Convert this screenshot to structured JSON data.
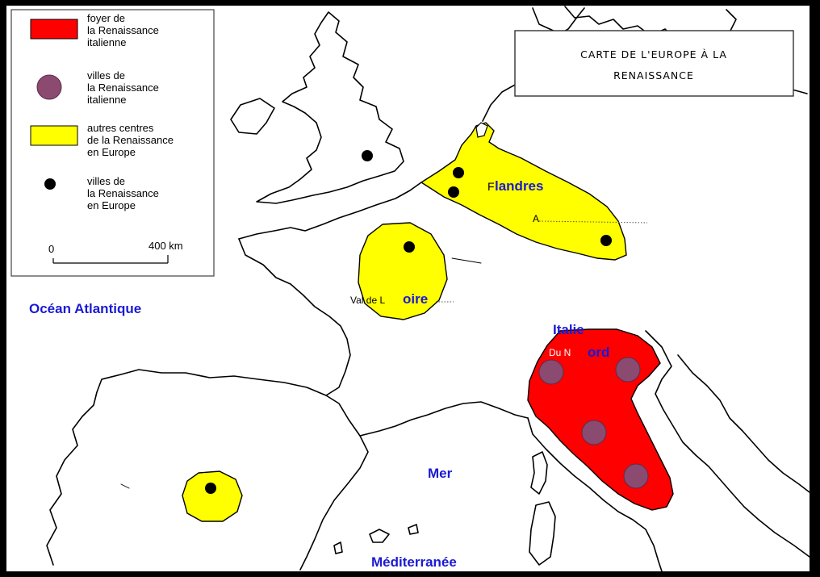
{
  "title": {
    "line1": "CARTE DE L'EUROPE À LA",
    "line2": "RENAISSANCE"
  },
  "legend": {
    "items": [
      {
        "swatch": "red-rect",
        "color": "#ff0000",
        "lines": [
          "foyer de",
          "la Renaissance",
          "italienne"
        ]
      },
      {
        "swatch": "purple-dot",
        "color": "#8b4a70",
        "lines": [
          "villes de",
          "la Renaissance",
          "italienne"
        ]
      },
      {
        "swatch": "yellow-rect",
        "color": "#ffff00",
        "lines": [
          "autres centres",
          "de la Renaissance",
          "en Europe"
        ]
      },
      {
        "swatch": "black-dot",
        "color": "#000000",
        "lines": [
          "villes de",
          "la Renaissance",
          "en Europe"
        ]
      }
    ],
    "scale": {
      "start": "0",
      "end": "400 km"
    }
  },
  "labels": {
    "ocean": "Océan Atlantique",
    "flandres_prefix": "F",
    "flandres": "landres",
    "flandres_hint": "A",
    "loire_prefix": "Val de L",
    "loire": "oire",
    "italie": "Italie",
    "nord_prefix": "Du N",
    "nord": "ord",
    "mer": "Mer",
    "mediterranee": "Méditerranée"
  },
  "colors": {
    "foyer": "#ff0000",
    "autres_centres": "#ffff00",
    "villes_italiennes": "#8b4a70",
    "villes_europe": "#000000",
    "label_blue": "#1a1ad4"
  }
}
